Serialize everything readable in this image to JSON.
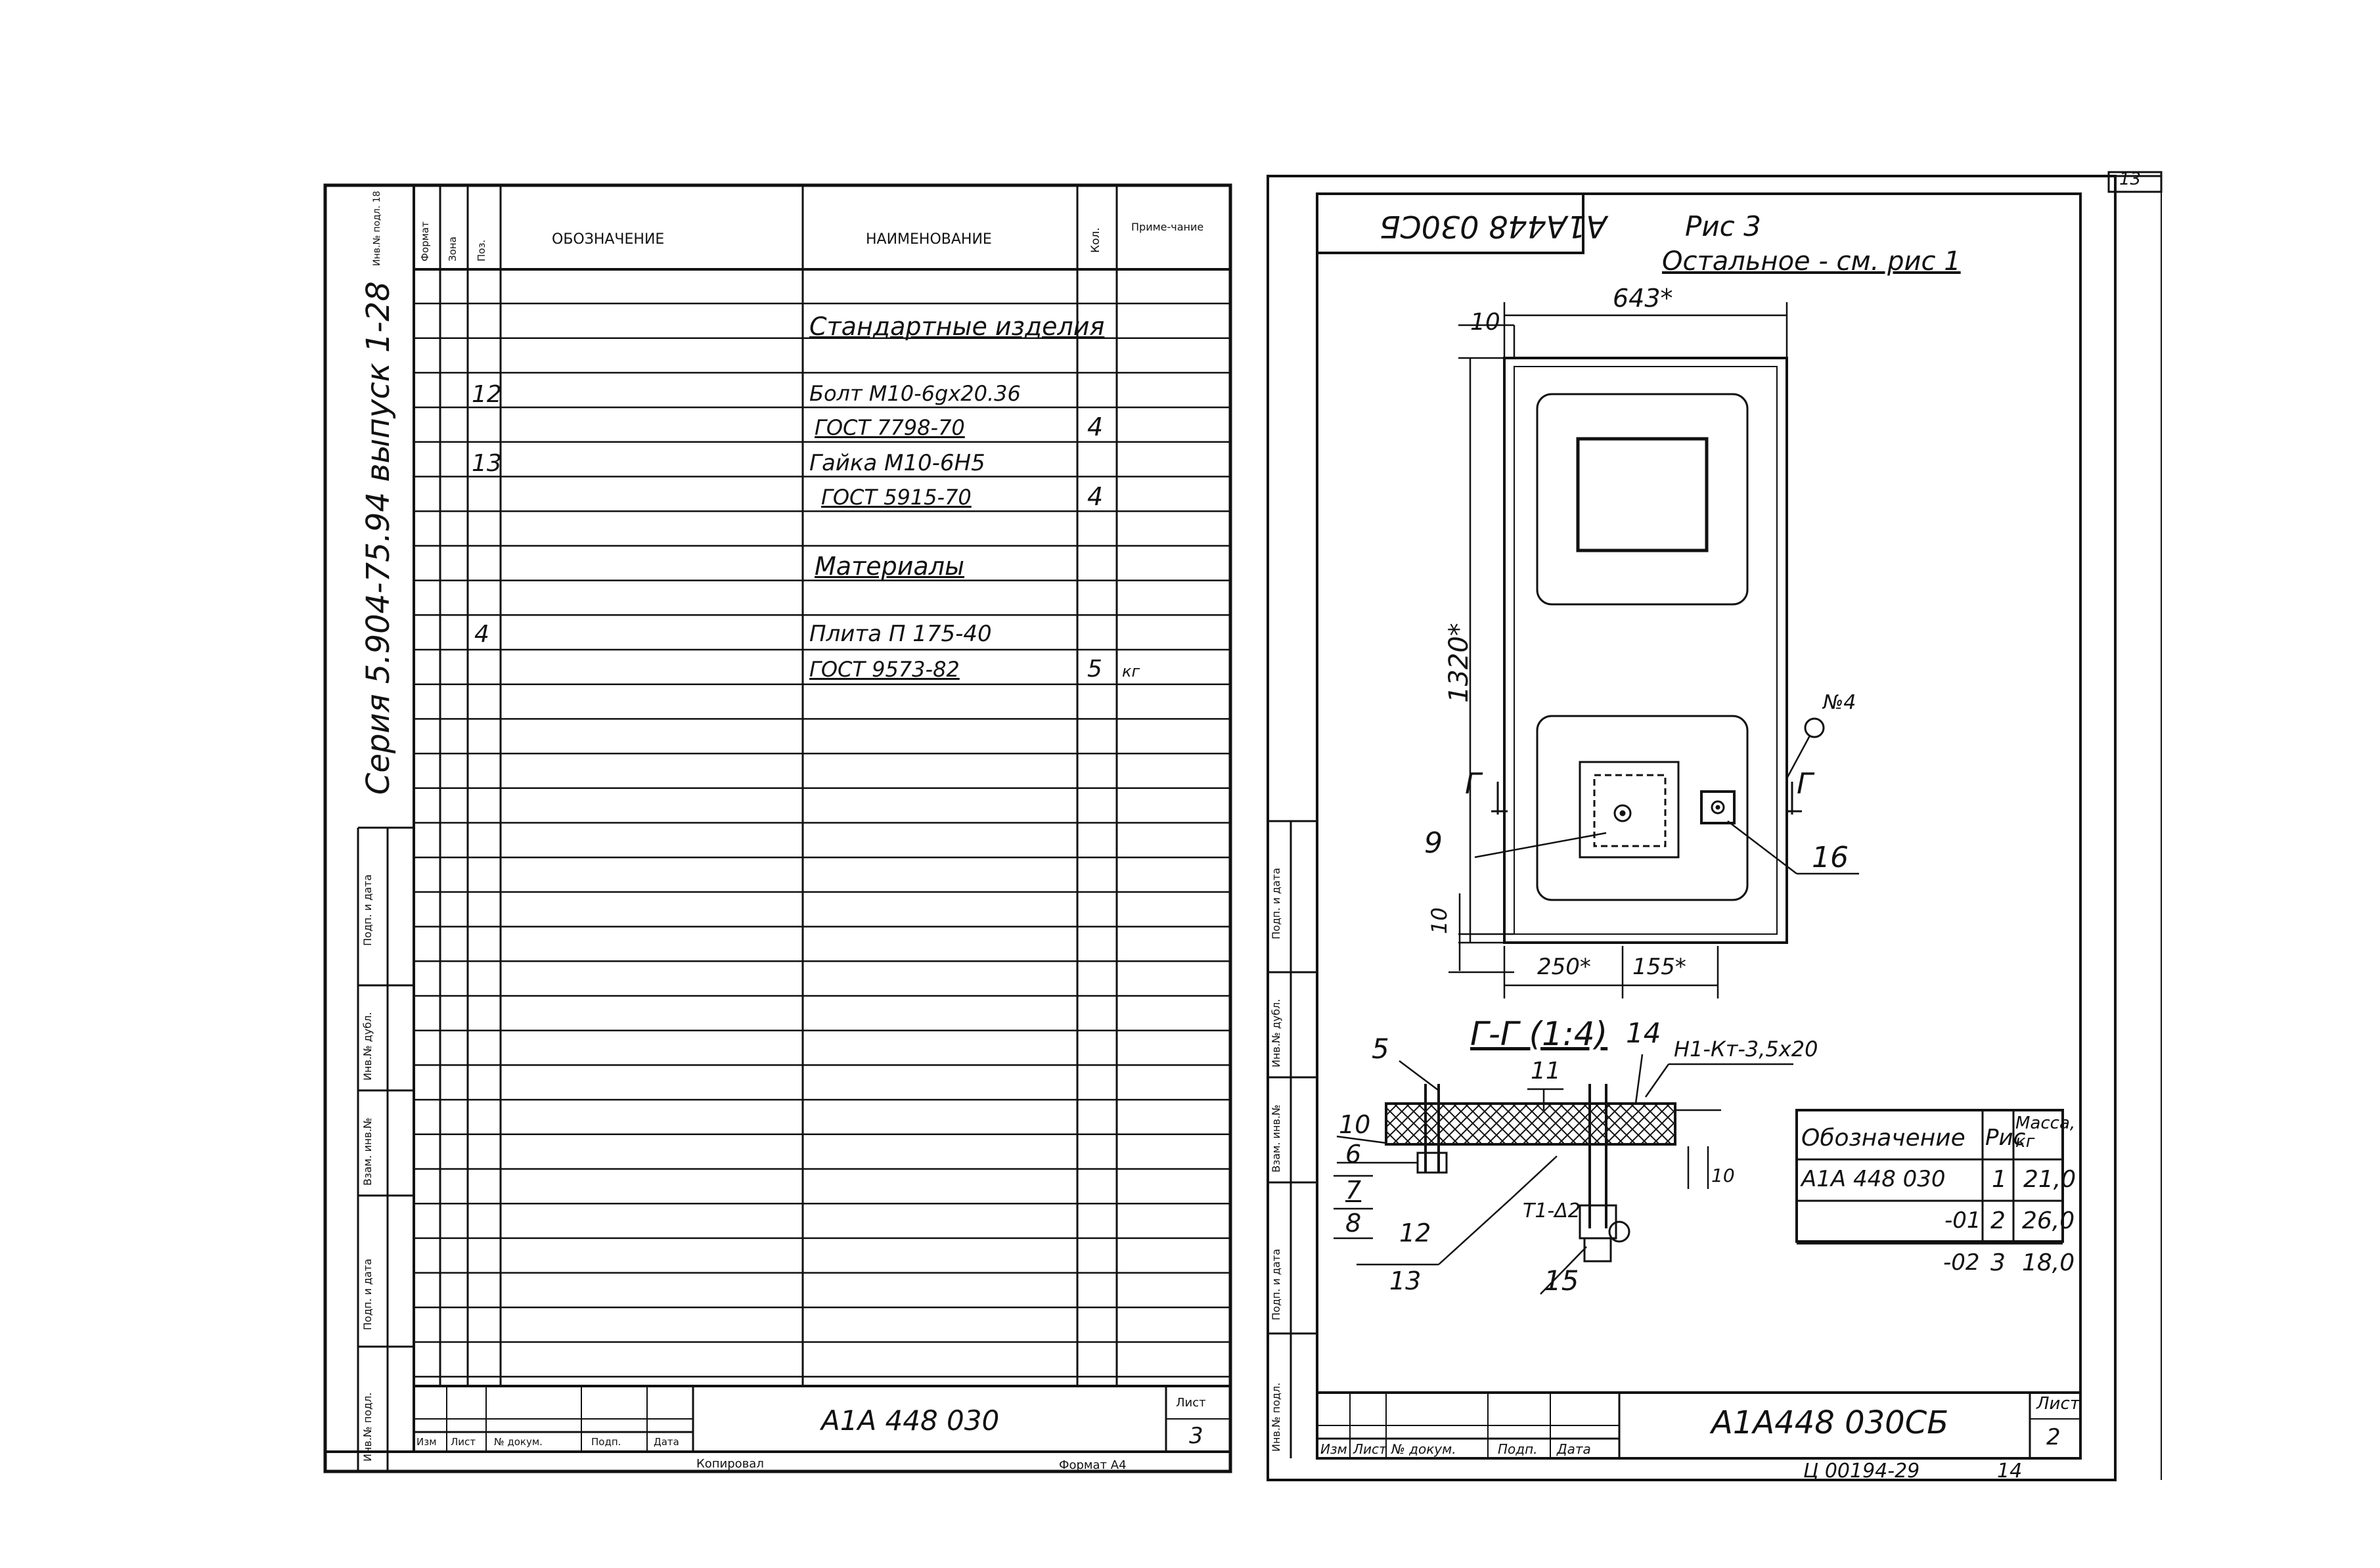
{
  "left_sheet": {
    "header": {
      "format": "Формат",
      "zone": "Зона",
      "pos": "Поз.",
      "designation": "ОБОЗНАЧЕНИЕ",
      "name": "НАИМЕНОВАНИЕ",
      "qty": "Кол.",
      "note": "Приме-чание"
    },
    "margin_left": "Серия 5.904-75.94 выпуск 1-28",
    "margin_small": "Инв.№ подл. 18",
    "rows": [
      {
        "pos": "",
        "name": "Стандартные изделия",
        "qty": "",
        "note": "",
        "heading": true
      },
      {
        "pos": "12",
        "name": "Болт М10-6gх20.36",
        "qty": "",
        "note": ""
      },
      {
        "pos": "",
        "name": "ГОСТ 7798-70",
        "qty": "4",
        "note": ""
      },
      {
        "pos": "13",
        "name": "Гайка М10-6Н5",
        "qty": "",
        "note": ""
      },
      {
        "pos": "",
        "name": "ГОСТ 5915-70",
        "qty": "4",
        "note": ""
      },
      {
        "pos": "",
        "name": "Материалы",
        "qty": "",
        "note": "",
        "heading": true
      },
      {
        "pos": "4",
        "name": "Плита П 175-40",
        "qty": "",
        "note": ""
      },
      {
        "pos": "",
        "name": "ГОСТ 9573-82",
        "qty": "5",
        "note": "кг"
      }
    ],
    "side_stamps": [
      "Подп. и дата",
      "Инв.№ дубл.",
      "Взам. инв.№",
      "Подп. и дата",
      "Инв.№ подл."
    ],
    "title_block": {
      "cols": [
        "Изм",
        "Лист",
        "№ докум.",
        "Подп.",
        "Дата"
      ],
      "doc_number": "А1А 448 030",
      "sheet_label": "Лист",
      "sheet_num": "3"
    },
    "footer_copied": "Копировал",
    "footer_format": "Формат А4"
  },
  "right_sheet": {
    "top_stamp": "А1А448 030СБ",
    "corner_num": "13",
    "fig_title": "Рис 3",
    "fig_note": "Остальное - см. рис 1",
    "dims": {
      "top_offset": "10",
      "width": "643*",
      "height": "1320*",
      "bottom_offset": "10",
      "dim_a": "250*",
      "dim_b": "155*"
    },
    "callouts": {
      "n4": "№4",
      "g_left": "Г",
      "g_right": "Г",
      "p9": "9",
      "p16": "16",
      "p5": "5",
      "p11": "11",
      "p14": "14",
      "p10": "10",
      "p6": "6",
      "p7": "7",
      "p8": "8",
      "p12": "12",
      "p13": "13",
      "p15": "15",
      "d10": "10",
      "t1": "Т1-Δ2",
      "screw": "Н1-Кт-3,5х20"
    },
    "section_label": "Г-Г (1:4)",
    "mass_table": {
      "headers": [
        "Обозначение",
        "Рис",
        "Масса, кг"
      ],
      "rows": [
        [
          "А1А 448 030",
          "1",
          "21,0"
        ],
        [
          "-01",
          "2",
          "26,0"
        ],
        [
          "-02",
          "3",
          "18,0"
        ]
      ]
    },
    "side_stamps": [
      "Подп. и дата",
      "Инв.№ дубл.",
      "Взам. инв.№",
      "Подп. и дата",
      "Инв.№ подл."
    ],
    "title_block": {
      "cols": [
        "Изм",
        "Лист",
        "№ докум.",
        "Подп.",
        "Дата"
      ],
      "doc_number": "А1А448 030СБ",
      "sheet_label": "Лист",
      "sheet_num": "2"
    },
    "footer_code": "Ц 00194-29",
    "footer_num": "14"
  }
}
